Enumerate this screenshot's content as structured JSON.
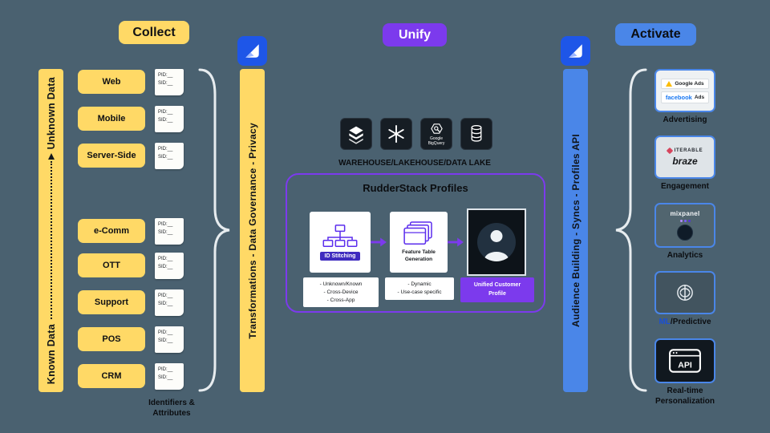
{
  "collect": {
    "header": "Collect",
    "axis": {
      "top": "Unknown Data",
      "bottom": "Known Data"
    },
    "sources": [
      "Web",
      "Mobile",
      "Server-Side",
      "e-Comm",
      "OTT",
      "Support",
      "POS",
      "CRM"
    ],
    "doc": {
      "line1": "PID:__",
      "line2": "SID:__"
    },
    "identifiers_label": "Identifiers &\nAttributes",
    "pipeline_bar": "Transformations - Data Governance - Privacy"
  },
  "unify": {
    "header": "Unify",
    "warehouse_label": "WAREHOUSE/LAKEHOUSE/DATA LAKE",
    "bigquery_label": "Google\nBigQuery",
    "profiles": {
      "title": "RudderStack Profiles",
      "step1_label": "ID Stitching",
      "step2_label": "Feature Table\nGeneration",
      "note1": "- Unknown/Known\n- Cross-Device\n- Cross-App",
      "note2": "- Dynamic\n- Use-case specific",
      "note3": "Unified Customer\nProfile"
    }
  },
  "activate": {
    "header": "Activate",
    "pipeline_bar": "Audience Building  -  Syncs  -  Profiles API",
    "logos": {
      "google_ads": "Google Ads",
      "facebook": "facebook",
      "facebook_suffix": "Ads",
      "iterable": "ITERABLE",
      "braze": "braze",
      "mixpanel": "mixpanel",
      "api": "API"
    },
    "cards": [
      {
        "label": "Advertising"
      },
      {
        "label": "Engagement"
      },
      {
        "label": "Analytics"
      },
      {
        "label_a": "ML",
        "label_b": "/Predictive"
      },
      {
        "label": "Real-time\nPersonalization"
      }
    ]
  }
}
